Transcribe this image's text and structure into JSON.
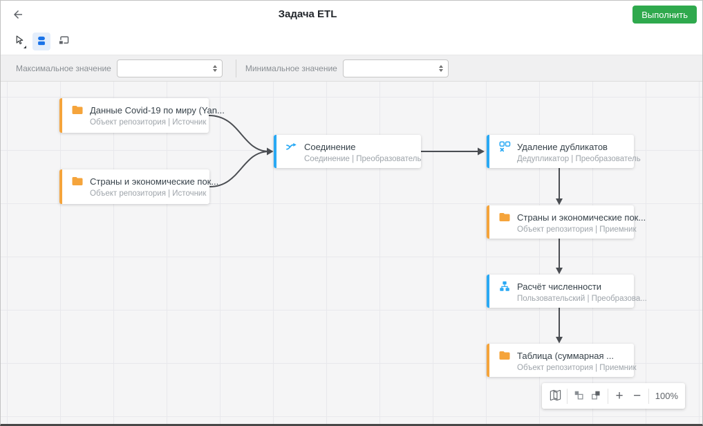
{
  "header": {
    "title": "Задача ETL",
    "run_button_label": "Выполнить"
  },
  "toolbar": {
    "tools": [
      {
        "name": "pointer-tool",
        "active": false
      },
      {
        "name": "flow-edit-tool",
        "active": true
      },
      {
        "name": "frame-tool",
        "active": false
      }
    ]
  },
  "filters": {
    "max_label": "Максимальное значение",
    "max_value": "",
    "min_label": "Минимальное значение",
    "min_value": ""
  },
  "nodes": [
    {
      "title": "Данные Covid-19 по миру (Yan...",
      "subtitle": "Объект репозитория | Источник",
      "type_icon": "folder",
      "accent": "#f5a43b"
    },
    {
      "title": "Страны и экономические пок...",
      "subtitle": "Объект репозитория | Источник",
      "type_icon": "folder",
      "accent": "#f5a43b"
    },
    {
      "title": "Соединение",
      "subtitle": "Соединение | Преобразователь",
      "type_icon": "join",
      "accent": "#29a9f4"
    },
    {
      "title": "Удаление дубликатов",
      "subtitle": "Дедупликатор | Преобразователь",
      "type_icon": "dedup",
      "accent": "#29a9f4"
    },
    {
      "title": "Страны и экономические пок...",
      "subtitle": "Объект репозитория | Приемник",
      "type_icon": "folder",
      "accent": "#f5a43b"
    },
    {
      "title": "Расчёт численности",
      "subtitle": "Пользовательский | Преобразова...",
      "type_icon": "sitemap",
      "accent": "#29a9f4"
    },
    {
      "title": "Таблица (суммарная ...",
      "subtitle": "Объект репозитория | Приемник",
      "type_icon": "folder",
      "accent": "#f5a43b"
    }
  ],
  "zoom_panel": {
    "zoom_in": "+",
    "zoom_out": "−",
    "zoom_level": "100%"
  },
  "colors": {
    "accent_orange": "#f5a43b",
    "accent_blue": "#29a9f4",
    "run_green": "#2fa94d",
    "edge": "#4a4d52",
    "active_tool_blue": "#1a73e8"
  }
}
